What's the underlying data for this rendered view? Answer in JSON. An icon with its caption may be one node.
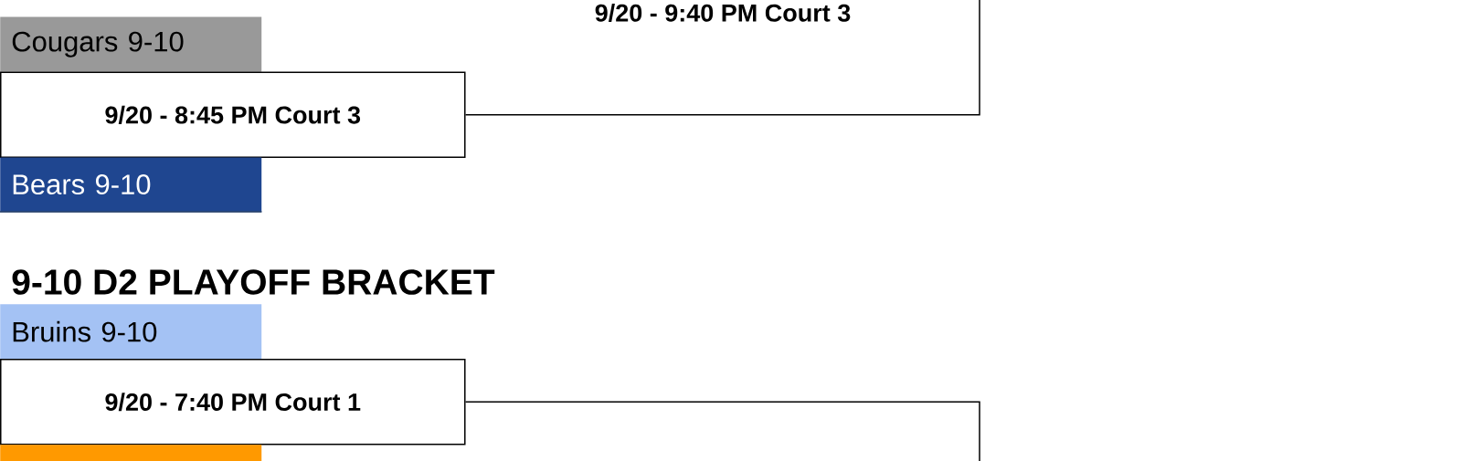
{
  "diagram": {
    "title": "9-10 D2 PLAYOFF BRACKET",
    "nodes": [
      {
        "text": [
          "Cougars 9-10"
        ]
      },
      {
        "text": [
          "9/20 - 8:45 PM Court 3"
        ]
      },
      {
        "text": [
          "Bears 9-10"
        ]
      },
      {
        "text": [
          "Bruins 9-10"
        ]
      },
      {
        "text": [
          "9/20 - 7:40 PM Court 1"
        ]
      },
      {
        "text": [],
        "shape": "box"
      }
    ],
    "edges": [
      {
        "from": 1,
        "to": null,
        "arrow": "none"
      },
      {
        "from": 4,
        "to": null,
        "arrow": "none"
      }
    ],
    "labels": [
      "9/20 - 9:40 PM Court 3"
    ]
  }
}
